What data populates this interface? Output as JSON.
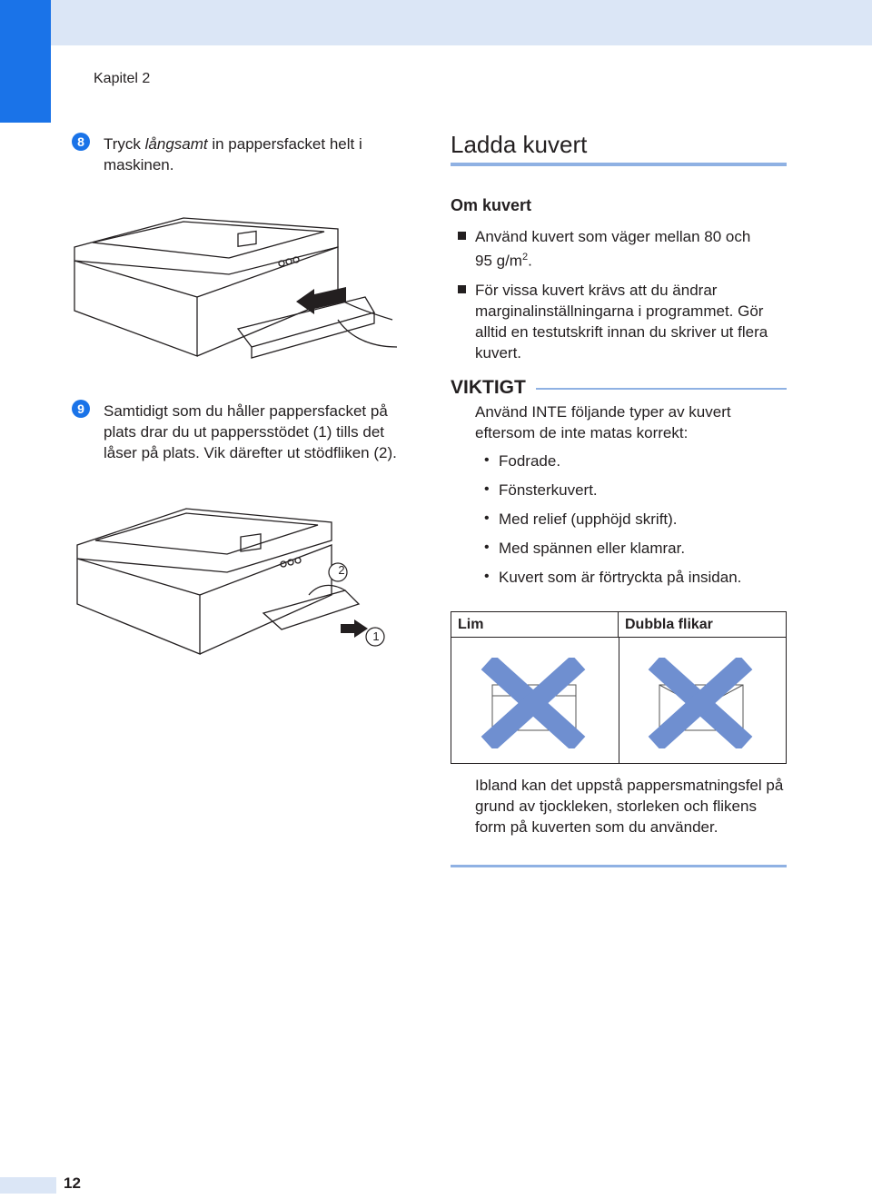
{
  "header": {
    "chapter": "Kapitel 2"
  },
  "step8": {
    "number": "8",
    "text_pre": "Tryck ",
    "text_em": "långsamt",
    "text_post": " in pappersfacket helt i maskinen."
  },
  "step9": {
    "number": "9",
    "text": "Samtidigt som du håller pappersfacket på plats drar du ut pappersstödet (1) tills det låser på plats. Vik därefter ut stödfliken (2).",
    "callout1": "1",
    "callout2": "2"
  },
  "section": {
    "title": "Ladda kuvert",
    "subtitle": "Om kuvert",
    "bullet1_a": "Använd kuvert som väger mellan 80 och",
    "bullet1_b": "95 g/m",
    "bullet1_sup": "2",
    "bullet1_c": ".",
    "bullet2": "För vissa kuvert krävs att du ändrar marginalinställningarna i programmet. Gör alltid en testutskrift innan du skriver ut flera kuvert."
  },
  "important": {
    "heading": "VIKTIGT",
    "intro": "Använd INTE följande typer av kuvert eftersom de inte matas korrekt:",
    "items": [
      "Fodrade.",
      "Fönsterkuvert.",
      "Med relief (upphöjd skrift).",
      "Med spännen eller klamrar.",
      "Kuvert som är förtryckta på insidan."
    ],
    "table_headers": [
      "Lim",
      "Dubbla flikar"
    ],
    "note": "Ibland kan det uppstå pappersmatningsfel på grund av tjockleken, storleken och flikens form på kuverten som du använder."
  },
  "footer": {
    "page": "12"
  },
  "colors": {
    "accent": "#1a73e8",
    "light": "#dbe6f6",
    "cross": "#6f8fd0"
  }
}
